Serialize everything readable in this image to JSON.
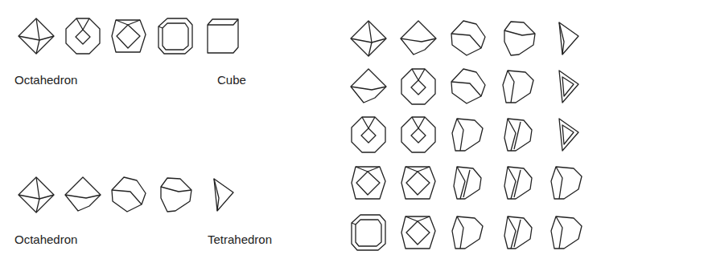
{
  "diagram": {
    "labels": [
      "Octahedron",
      "Cube",
      "Octahedron",
      "Tetrahedron"
    ]
  }
}
